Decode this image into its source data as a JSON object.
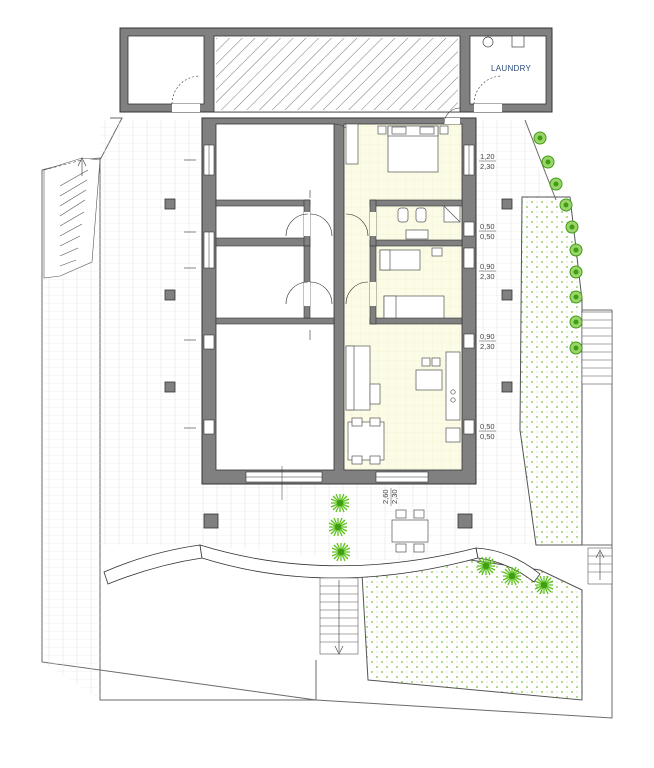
{
  "rooms": {
    "laundry_label": "LAUNDRY"
  },
  "dimensions": {
    "d1_top": "1,20",
    "d1_bottom": "2,30",
    "d2_top": "0,50",
    "d2_bottom": "0,50",
    "d3_top": "0,90",
    "d3_bottom": "2,30",
    "d4_top": "0,90",
    "d4_bottom": "2,30",
    "d5_top": "0,50",
    "d5_bottom": "0,50",
    "d6_top": "2,60",
    "d6_bottom": "2,30"
  },
  "colors": {
    "wall": "#808080",
    "wall_outline": "#333333",
    "apartment_floor": "#fbfbe6",
    "garden_dots": "#7bbf3a",
    "plant": "#5ec21e",
    "hatch": "#555555"
  }
}
